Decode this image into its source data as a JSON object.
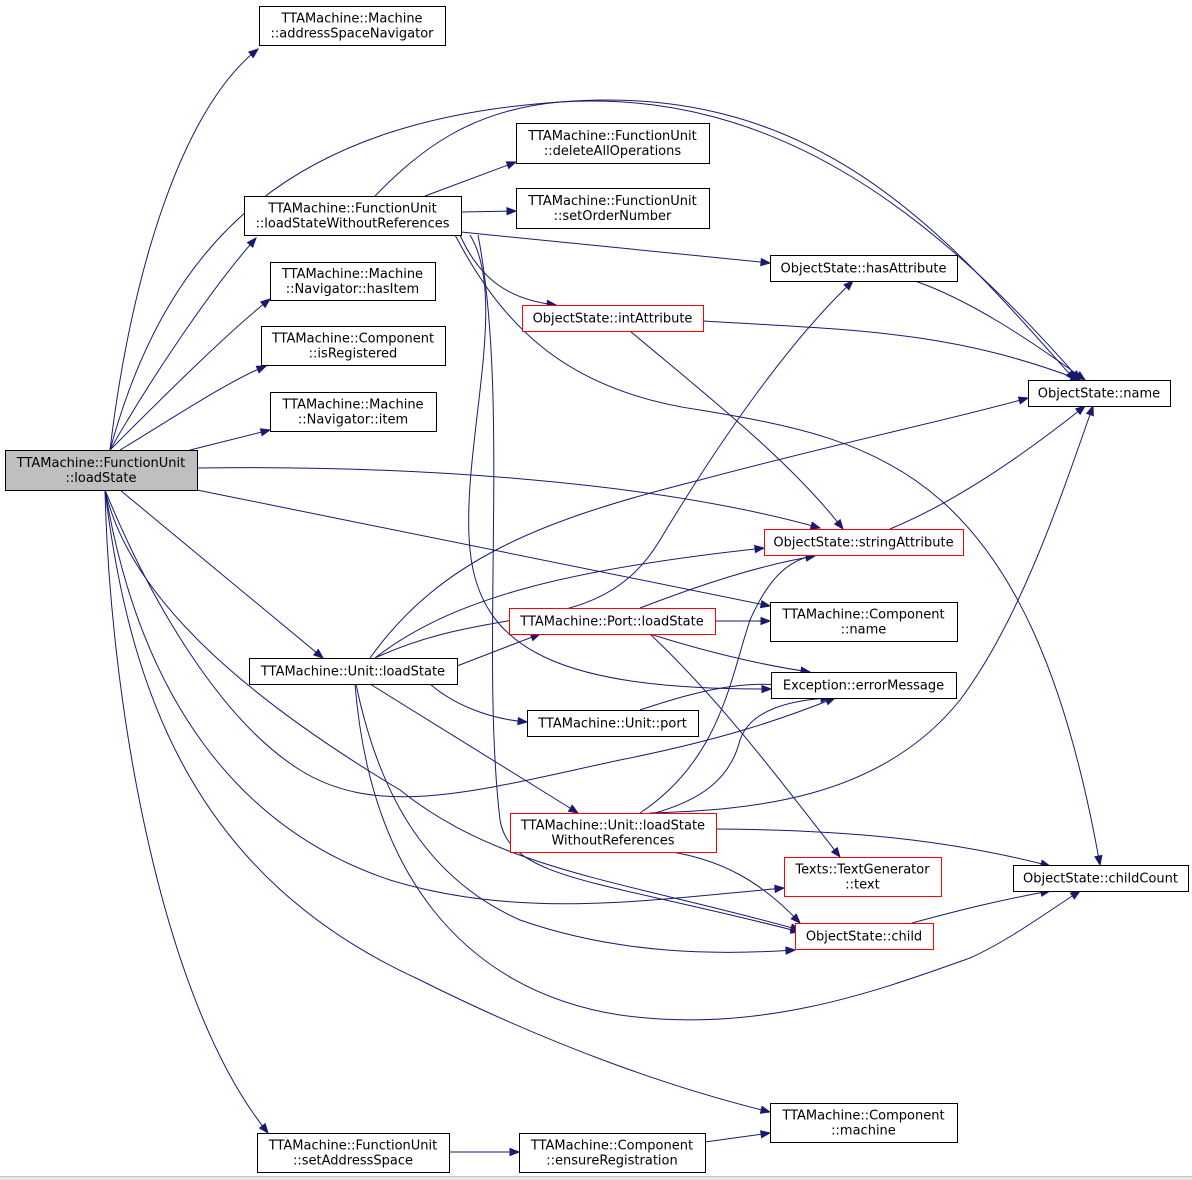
{
  "nodes": [
    {
      "id": "root",
      "lines": [
        "TTAMachine::FunctionUnit",
        "::loadState"
      ],
      "style": "root"
    },
    {
      "id": "asn",
      "lines": [
        "TTAMachine::Machine",
        "::addressSpaceNavigator"
      ],
      "style": "normal"
    },
    {
      "id": "fu_lswr",
      "lines": [
        "TTAMachine::FunctionUnit",
        "::loadStateWithoutReferences"
      ],
      "style": "normal"
    },
    {
      "id": "dao",
      "lines": [
        "TTAMachine::FunctionUnit",
        "::deleteAllOperations"
      ],
      "style": "normal"
    },
    {
      "id": "son",
      "lines": [
        "TTAMachine::FunctionUnit",
        "::setOrderNumber"
      ],
      "style": "normal"
    },
    {
      "id": "hasItem",
      "lines": [
        "TTAMachine::Machine",
        "::Navigator::hasItem"
      ],
      "style": "normal"
    },
    {
      "id": "isReg",
      "lines": [
        "TTAMachine::Component",
        "::isRegistered"
      ],
      "style": "normal"
    },
    {
      "id": "navItem",
      "lines": [
        "TTAMachine::Machine",
        "::Navigator::item"
      ],
      "style": "normal"
    },
    {
      "id": "hasAttr",
      "lines": [
        "ObjectState::hasAttribute"
      ],
      "style": "normal"
    },
    {
      "id": "intAttr",
      "lines": [
        "ObjectState::intAttribute"
      ],
      "style": "red"
    },
    {
      "id": "osname",
      "lines": [
        "ObjectState::name"
      ],
      "style": "normal"
    },
    {
      "id": "strAttr",
      "lines": [
        "ObjectState::stringAttribute"
      ],
      "style": "red"
    },
    {
      "id": "portLoad",
      "lines": [
        "TTAMachine::Port::loadState"
      ],
      "style": "red"
    },
    {
      "id": "compName",
      "lines": [
        "TTAMachine::Component",
        "::name"
      ],
      "style": "normal"
    },
    {
      "id": "unitLoad",
      "lines": [
        "TTAMachine::Unit::loadState"
      ],
      "style": "normal"
    },
    {
      "id": "errMsg",
      "lines": [
        "Exception::errorMessage"
      ],
      "style": "normal"
    },
    {
      "id": "unitPort",
      "lines": [
        "TTAMachine::Unit::port"
      ],
      "style": "normal"
    },
    {
      "id": "unitLswr",
      "lines": [
        "TTAMachine::Unit::loadState",
        "WithoutReferences"
      ],
      "style": "red"
    },
    {
      "id": "textGen",
      "lines": [
        "Texts::TextGenerator",
        "::text"
      ],
      "style": "red"
    },
    {
      "id": "childCount",
      "lines": [
        "ObjectState::childCount"
      ],
      "style": "normal"
    },
    {
      "id": "child",
      "lines": [
        "ObjectState::child"
      ],
      "style": "red"
    },
    {
      "id": "compMachine",
      "lines": [
        "TTAMachine::Component",
        "::machine"
      ],
      "style": "normal"
    },
    {
      "id": "setAS",
      "lines": [
        "TTAMachine::FunctionUnit",
        "::setAddressSpace"
      ],
      "style": "normal"
    },
    {
      "id": "ensureReg",
      "lines": [
        "TTAMachine::Component",
        "::ensureRegistration"
      ],
      "style": "normal"
    }
  ],
  "edges": [
    {
      "from": "root",
      "to": "asn"
    },
    {
      "from": "root",
      "to": "fu_lswr"
    },
    {
      "from": "root",
      "to": "hasItem"
    },
    {
      "from": "root",
      "to": "isReg"
    },
    {
      "from": "root",
      "to": "navItem"
    },
    {
      "from": "root",
      "to": "osname"
    },
    {
      "from": "root",
      "to": "strAttr"
    },
    {
      "from": "root",
      "to": "compName"
    },
    {
      "from": "root",
      "to": "unitLoad"
    },
    {
      "from": "root",
      "to": "errMsg"
    },
    {
      "from": "root",
      "to": "textGen"
    },
    {
      "from": "root",
      "to": "child"
    },
    {
      "from": "root",
      "to": "compMachine"
    },
    {
      "from": "root",
      "to": "setAS"
    },
    {
      "from": "fu_lswr",
      "to": "dao"
    },
    {
      "from": "fu_lswr",
      "to": "son"
    },
    {
      "from": "fu_lswr",
      "to": "hasAttr"
    },
    {
      "from": "fu_lswr",
      "to": "intAttr"
    },
    {
      "from": "fu_lswr",
      "to": "osname"
    },
    {
      "from": "fu_lswr",
      "to": "errMsg"
    },
    {
      "from": "fu_lswr",
      "to": "childCount"
    },
    {
      "from": "fu_lswr",
      "to": "child"
    },
    {
      "from": "intAttr",
      "to": "osname"
    },
    {
      "from": "intAttr",
      "to": "strAttr"
    },
    {
      "from": "hasAttr",
      "to": "osname"
    },
    {
      "from": "strAttr",
      "to": "osname"
    },
    {
      "from": "unitLoad",
      "to": "hasAttr"
    },
    {
      "from": "unitLoad",
      "to": "osname"
    },
    {
      "from": "unitLoad",
      "to": "strAttr"
    },
    {
      "from": "unitLoad",
      "to": "portLoad"
    },
    {
      "from": "unitLoad",
      "to": "unitPort"
    },
    {
      "from": "unitLoad",
      "to": "unitLswr"
    },
    {
      "from": "unitLoad",
      "to": "child"
    },
    {
      "from": "unitLoad",
      "to": "childCount"
    },
    {
      "from": "portLoad",
      "to": "strAttr"
    },
    {
      "from": "portLoad",
      "to": "compName"
    },
    {
      "from": "portLoad",
      "to": "errMsg"
    },
    {
      "from": "portLoad",
      "to": "textGen"
    },
    {
      "from": "unitPort",
      "to": "errMsg"
    },
    {
      "from": "unitLswr",
      "to": "strAttr"
    },
    {
      "from": "unitLswr",
      "to": "osname"
    },
    {
      "from": "unitLswr",
      "to": "errMsg"
    },
    {
      "from": "unitLswr",
      "to": "childCount"
    },
    {
      "from": "unitLswr",
      "to": "child"
    },
    {
      "from": "child",
      "to": "childCount"
    },
    {
      "from": "setAS",
      "to": "ensureReg"
    },
    {
      "from": "ensureReg",
      "to": "compMachine"
    }
  ],
  "colors": {
    "edge": "#191970",
    "root_fill": "#bfbfbf",
    "truncated_border": "#ff0000",
    "border": "#000000"
  }
}
